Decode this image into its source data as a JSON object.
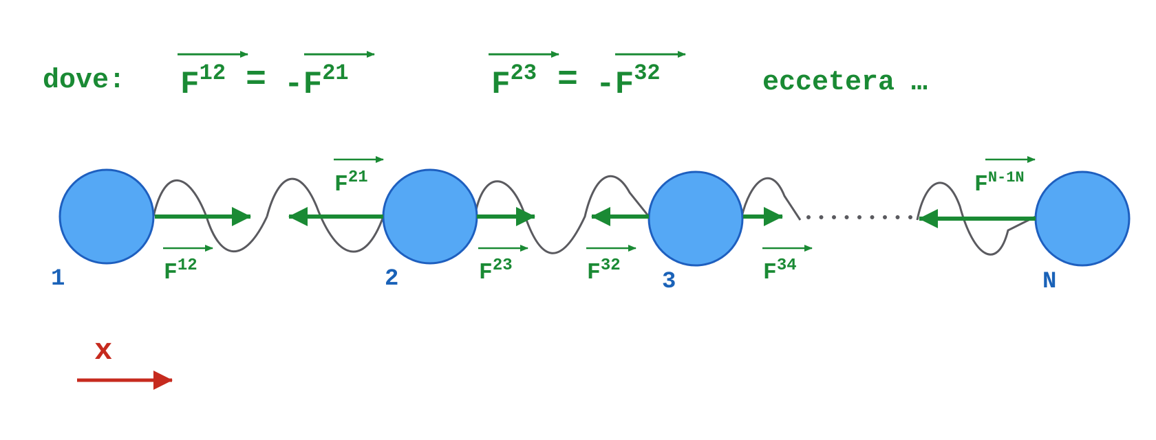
{
  "colors": {
    "force": "#1a8a34",
    "mass_fill": "#55a8f5",
    "mass_stroke": "#1e5fbf",
    "label": "#1a62b8",
    "spring": "#5a5a5f",
    "axis": "#c62a1e"
  },
  "header": {
    "prefix": "dove:",
    "eq1": {
      "lhs": "F",
      "lhs_sup": "12",
      "equals": "=",
      "rhs": "-F",
      "rhs_sup": "21"
    },
    "eq2": {
      "lhs": "F",
      "lhs_sup": "23",
      "equals": "=",
      "rhs": "-F",
      "rhs_sup": "32"
    },
    "etc": "eccetera …"
  },
  "masses": [
    {
      "label": "1"
    },
    {
      "label": "2"
    },
    {
      "label": "3"
    },
    {
      "label": "N"
    }
  ],
  "forces": [
    {
      "base": "F",
      "sup": "12"
    },
    {
      "base": "F",
      "sup": "21"
    },
    {
      "base": "F",
      "sup": "23"
    },
    {
      "base": "F",
      "sup": "32"
    },
    {
      "base": "F",
      "sup": "34"
    },
    {
      "base": "F",
      "sup": "N-1N"
    }
  ],
  "axis": {
    "label": "x"
  }
}
